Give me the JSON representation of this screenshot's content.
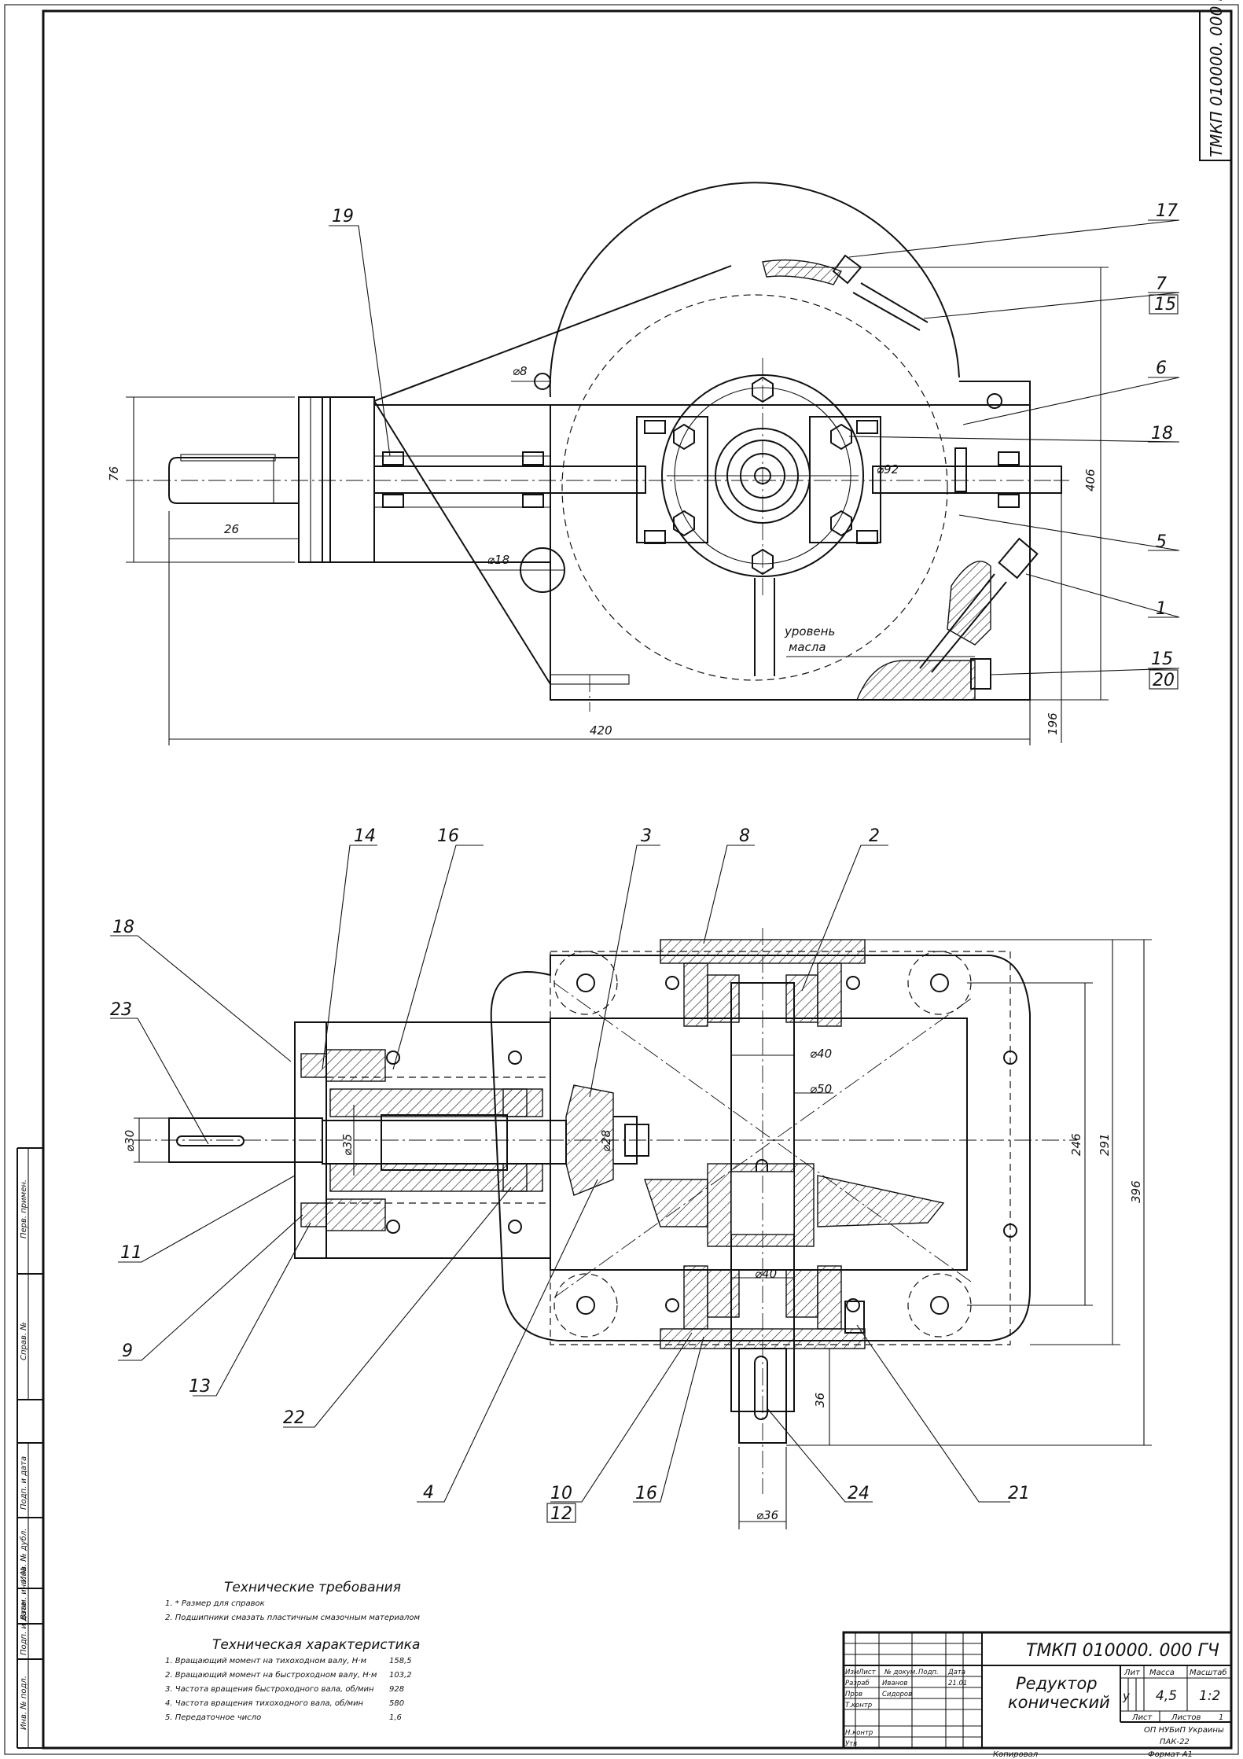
{
  "drawing": {
    "doc_code": "ТМКП 010000. 000 ГЧ",
    "title_line1": "Редуктор",
    "title_line2": "конический",
    "lit": "у",
    "mass": "4,5",
    "scale": "1:2",
    "sheet_label": "Лист",
    "sheets_label": "Листов",
    "sheets_value": "1",
    "org_line1": "ОП НУБиП Украины",
    "org_line2": "ПАК-22",
    "copied": "Копировал",
    "format": "Формат     А1",
    "head_lit": "Лит",
    "head_mass": "Масса",
    "head_scale": "Масштаб",
    "roles": {
      "izm": "Изм",
      "list": "Лист",
      "doc": "№ докум.",
      "sign": "Подп.",
      "date": "Дата",
      "razrab": "Разраб",
      "prov": "Пров",
      "tkontr": "Т.контр",
      "nkontr": "Н.контр",
      "utv": "Утв"
    },
    "developer": "Иванов",
    "checker": "Сидоров",
    "date_value": "21.01"
  },
  "side_stamp": {
    "perv_primen": "Перв. примен.",
    "sprav": "Справ. №",
    "podp_data1": "Подп. и дата",
    "inv_dubl": "Инв. № дубл.",
    "vzam_inv": "Взам. инв. №",
    "podp_data2": "Подп. и дата",
    "inv_podl": "Инв. № подл."
  },
  "tech_requirements": {
    "title": "Технические требования",
    "items": [
      "1. * Размер для справок",
      "2. Подшипники смазать пластичным смазочным материалом"
    ]
  },
  "tech_characteristics": {
    "title": "Техническая характеристика",
    "rows": [
      {
        "label": "1. Вращающий момент на тихоходном валу, Н·м",
        "value": "158,5"
      },
      {
        "label": "2. Вращающий момент на быстроходном валу, Н·м",
        "value": "103,2"
      },
      {
        "label": "3. Частота вращения быстроходного вала, об/мин",
        "value": "928"
      },
      {
        "label": "4. Частота вращения тихоходного вала, об/мин",
        "value": "580"
      },
      {
        "label": "5. Передаточное число",
        "value": "1,6"
      }
    ]
  },
  "top_view": {
    "callouts": [
      "19",
      "17",
      "7",
      "15",
      "6",
      "18",
      "5",
      "1",
      "15",
      "20"
    ],
    "dims": {
      "d76": "76",
      "d26": "26",
      "d420": "420",
      "d406": "406",
      "d196": "196",
      "d8": "⌀8",
      "d18": "⌀18",
      "d92": "⌀92"
    },
    "oil_level_1": "уровень",
    "oil_level_2": "масла"
  },
  "bottom_view": {
    "callouts": [
      "14",
      "16",
      "3",
      "8",
      "2",
      "18",
      "23",
      "11",
      "9",
      "13",
      "22",
      "4",
      "10",
      "12",
      "16",
      "24",
      "21"
    ],
    "dims": {
      "d30": "⌀30",
      "d35": "⌀35",
      "d28": "⌀28",
      "d40a": "⌀40",
      "d50": "⌀50",
      "d40b": "⌀40",
      "d36": "⌀36",
      "d246": "246",
      "d291": "291",
      "d396": "396",
      "d36v": "36"
    }
  }
}
